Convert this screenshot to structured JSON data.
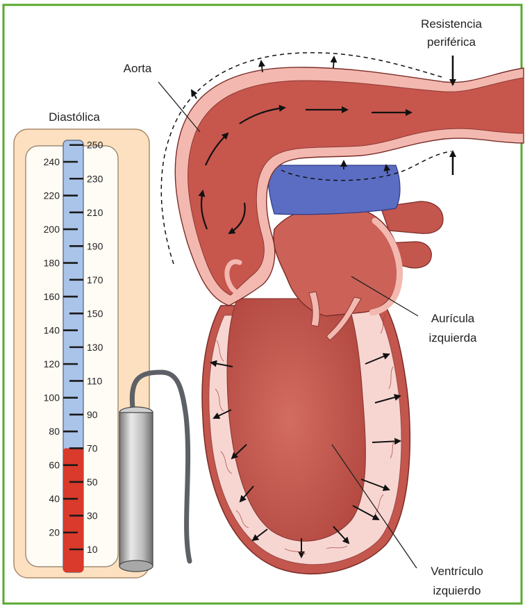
{
  "labels": {
    "resistencia": [
      "Resistencia",
      "periférica"
    ],
    "aorta": "Aorta",
    "diastolica": "Diastólica",
    "auricula": [
      "Aurícula",
      "izquierda"
    ],
    "ventriculo": [
      "Ventrículo",
      "izquierdo"
    ]
  },
  "gauge": {
    "left_ticks": [
      "240",
      "220",
      "200",
      "180",
      "160",
      "140",
      "120",
      "100",
      "80",
      "60",
      "40",
      "20"
    ],
    "right_ticks": [
      "250",
      "230",
      "210",
      "190",
      "170",
      "150",
      "130",
      "110",
      "90",
      "70",
      "50",
      "30",
      "10"
    ],
    "level": 70,
    "range": [
      0,
      250
    ],
    "colors": {
      "upper": "#aac3e8",
      "lower": "#d93a2b"
    }
  },
  "colors": {
    "frame": "#58a82f",
    "panel": "#fce0bf",
    "tissue": "#c3564d",
    "wall": "#f3b9b0",
    "vein": "#5a6dc2",
    "muscle": "#f7d6d2"
  }
}
